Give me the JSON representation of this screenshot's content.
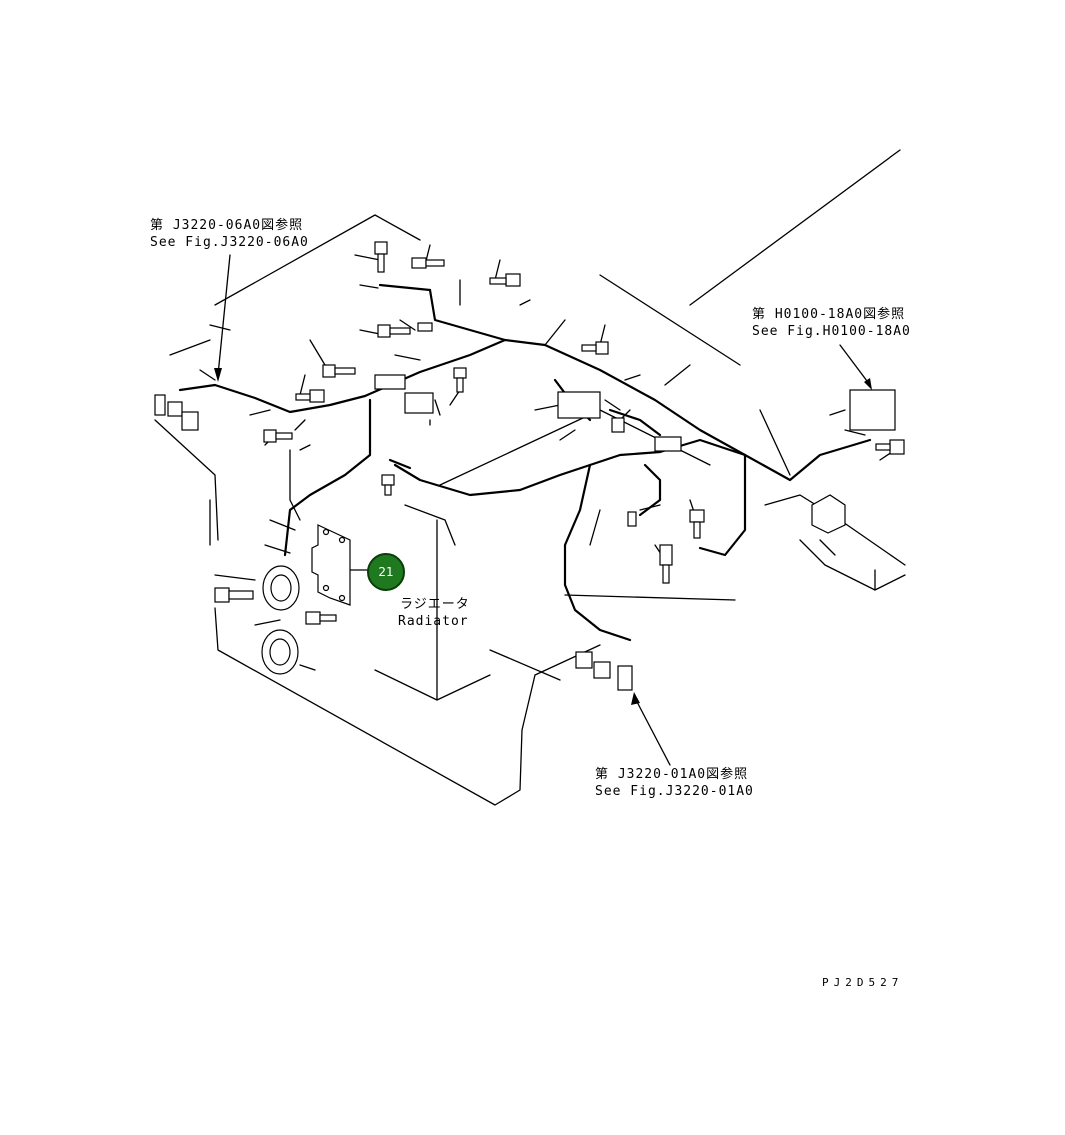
{
  "references": {
    "top_left": {
      "jp": "第 J3220-06A0図参照",
      "en": "See Fig.J3220-06A0"
    },
    "right": {
      "jp": "第 H0100-18A0図参照",
      "en": "See Fig.H0100-18A0"
    },
    "bottom": {
      "jp": "第 J3220-01A0図参照",
      "en": "See Fig.J3220-01A0"
    }
  },
  "radiator": {
    "jp": "ラジエータ",
    "en": "Radiator"
  },
  "callouts": [
    {
      "number": "21",
      "color": "#1f7a1f"
    }
  ],
  "drawing_code": "PJ2D527"
}
